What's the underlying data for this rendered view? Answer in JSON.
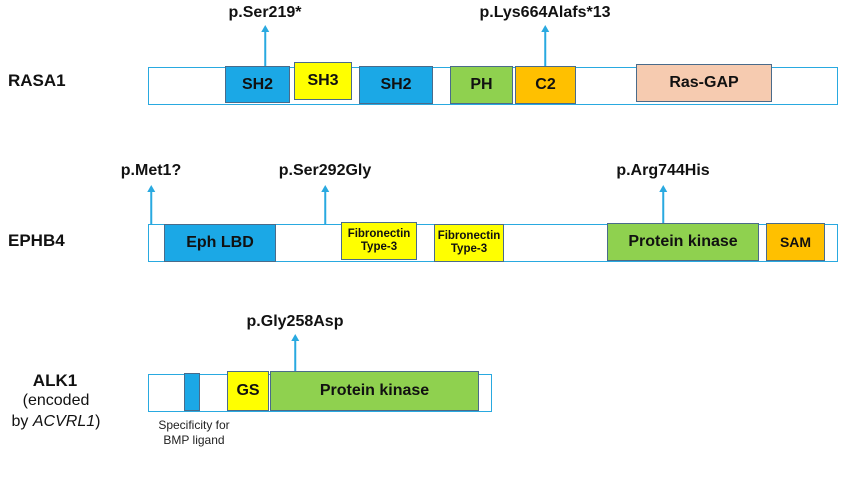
{
  "rasa1": {
    "name": "RASA1",
    "mutations": [
      "p.Ser219*",
      "p.Lys664Alafs*13"
    ],
    "domains": [
      "SH2",
      "SH3",
      "SH2",
      "PH",
      "C2",
      "Ras-GAP"
    ]
  },
  "ephb4": {
    "name": "EPHB4",
    "mutations": [
      "p.Met1?",
      "p.Ser292Gly",
      "p.Arg744His"
    ],
    "domains": [
      "Eph LBD",
      "Fibronectin Type-3",
      "Fibronectin Type-3",
      "Protein kinase",
      "SAM"
    ]
  },
  "alk1": {
    "name": "ALK1",
    "subtitle_line1": "(encoded",
    "subtitle_by": "by ",
    "subtitle_gene": "ACVRL1",
    "subtitle_close": ")",
    "mutations": [
      "p.Gly258Asp"
    ],
    "domains": [
      "GS",
      "Protein kinase"
    ],
    "note": "Specificity for BMP ligand"
  },
  "colors": {
    "line_blue": "#29a9e0",
    "sh2": "#1ba8e6",
    "sh3": "#ffff00",
    "ph": "#8fd14f",
    "c2": "#ffc000",
    "rasgap": "#f6cbb0",
    "ephlbd": "#1ba8e6",
    "fibronectin": "#ffff00",
    "kinase": "#8fd14f",
    "sam": "#ffc000",
    "gs": "#ffff00",
    "alk_spec": "#1ba8e6"
  }
}
